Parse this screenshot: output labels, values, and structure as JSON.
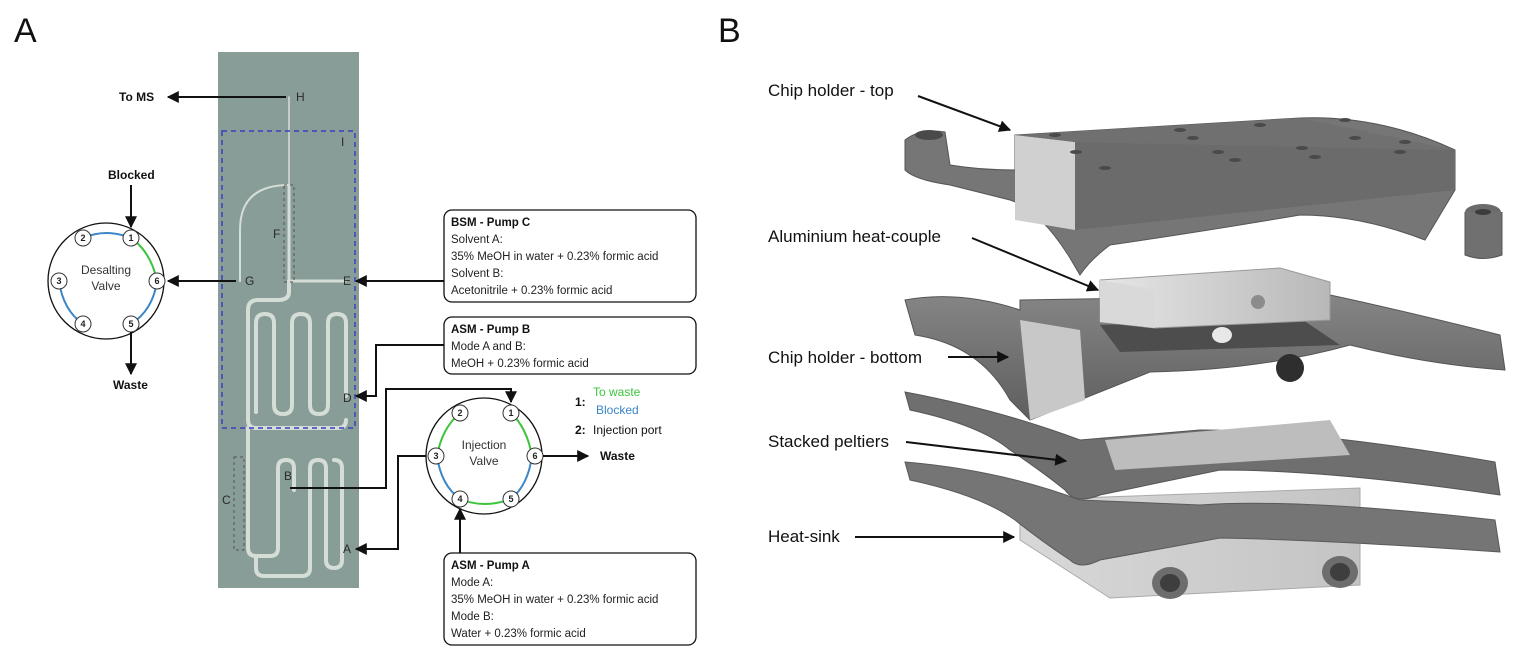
{
  "panels": {
    "a": {
      "letter": "A",
      "chip_labels": {
        "A": "A",
        "B": "B",
        "C": "C",
        "D": "D",
        "E": "E",
        "F": "F",
        "G": "G",
        "H": "H",
        "I": "I"
      },
      "to_ms_label": "To MS",
      "desalting_valve": {
        "name_line1": "Desalting",
        "name_line2": "Valve",
        "ports": [
          "1",
          "2",
          "3",
          "4",
          "5",
          "6"
        ],
        "top_label": "Blocked",
        "bottom_label": "Waste"
      },
      "injection_valve": {
        "name_line1": "Injection",
        "name_line2": "Valve",
        "ports": [
          "1",
          "2",
          "3",
          "4",
          "5",
          "6"
        ],
        "right_label": "Waste"
      },
      "legend": {
        "item1_key": "1:",
        "item1_green": "To waste",
        "item1_blue": "Blocked",
        "item2_key": "2:",
        "item2_text": "Injection port"
      },
      "boxes": {
        "bsm_pump_c": {
          "title": "BSM - Pump C",
          "lines": [
            "Solvent A:",
            "35% MeOH in water + 0.23% formic acid",
            "Solvent B:",
            "Acetonitrile + 0.23% formic acid"
          ]
        },
        "asm_pump_b": {
          "title": "ASM - Pump B",
          "lines": [
            "Mode A and B:",
            "MeOH + 0.23% formic acid"
          ]
        },
        "asm_pump_a": {
          "title": "ASM - Pump A",
          "lines": [
            "Mode A:",
            "35% MeOH in water + 0.23% formic acid",
            "Mode B:",
            "Water + 0.23% formic acid"
          ]
        }
      },
      "colors": {
        "chip": "#889c98",
        "channel": "#d4ddd6",
        "dashed_box": "#3a3fc0",
        "to_waste_arc": "#3cc43c",
        "blocked_arc": "#3a86c8"
      }
    },
    "b": {
      "letter": "B",
      "callouts": [
        "Chip holder - top",
        "Aluminium heat-couple",
        "Chip holder - bottom",
        "Stacked peltiers",
        "Heat-sink"
      ],
      "colors": {
        "holder_dark": "#6a6a6a",
        "holder_face": "#7d7d7d",
        "aluminium": "#c9c9c9"
      }
    }
  }
}
